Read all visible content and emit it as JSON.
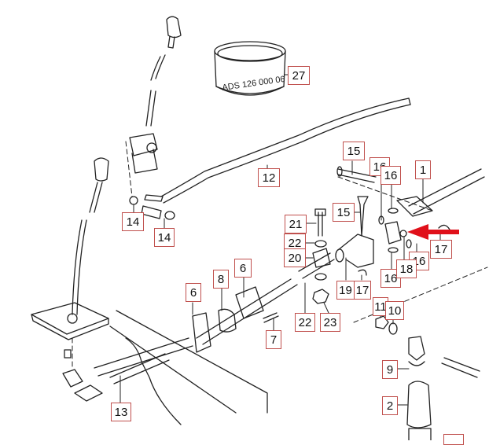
{
  "diagram": {
    "title": "Gear shift linkage exploded parts diagram",
    "ring_stamp_text": "ADS 126 000 06",
    "accent_color": "#c0504d",
    "arrow_color": "#e0101a",
    "callouts": [
      {
        "id": "27",
        "label": "27"
      },
      {
        "id": "12",
        "label": "12"
      },
      {
        "id": "15a",
        "label": "15"
      },
      {
        "id": "16a",
        "label": "16"
      },
      {
        "id": "16b",
        "label": "16"
      },
      {
        "id": "1",
        "label": "1"
      },
      {
        "id": "15b",
        "label": "15"
      },
      {
        "id": "21",
        "label": "21"
      },
      {
        "id": "22a",
        "label": "22"
      },
      {
        "id": "20",
        "label": "20"
      },
      {
        "id": "17a",
        "label": "17"
      },
      {
        "id": "16c",
        "label": "16"
      },
      {
        "id": "16d",
        "label": "16"
      },
      {
        "id": "18",
        "label": "18"
      },
      {
        "id": "19",
        "label": "19"
      },
      {
        "id": "17b",
        "label": "17"
      },
      {
        "id": "14a",
        "label": "14"
      },
      {
        "id": "14b",
        "label": "14"
      },
      {
        "id": "6a",
        "label": "6"
      },
      {
        "id": "8",
        "label": "8"
      },
      {
        "id": "6b",
        "label": "6"
      },
      {
        "id": "22b",
        "label": "22"
      },
      {
        "id": "23",
        "label": "23"
      },
      {
        "id": "11",
        "label": "11"
      },
      {
        "id": "10",
        "label": "10"
      },
      {
        "id": "7",
        "label": "7"
      },
      {
        "id": "9",
        "label": "9"
      },
      {
        "id": "2",
        "label": "2"
      },
      {
        "id": "13",
        "label": "13"
      }
    ]
  }
}
